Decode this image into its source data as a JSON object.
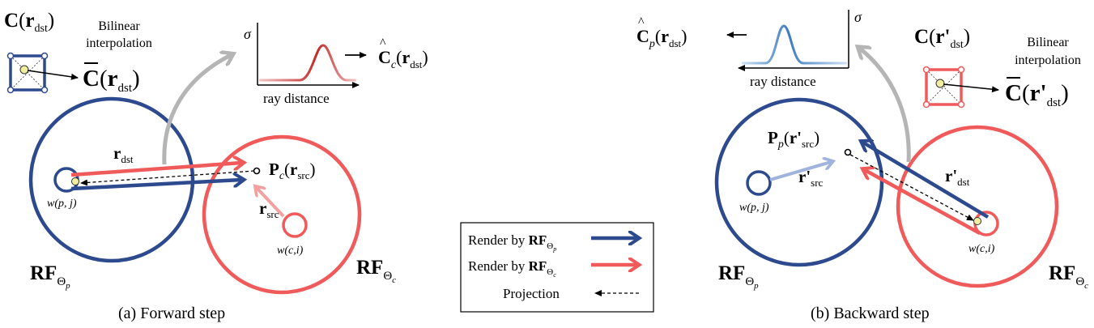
{
  "colors": {
    "blue": "#2d4a8e",
    "blue_light": "#8fa6d6",
    "red": "#f05a5a",
    "red_light": "#f7b3b3",
    "gray": "#b5b5b5",
    "dot_fill": "#f1eea0",
    "peak_red": "#c22a2a",
    "peak_blue": "#3d7cc0"
  },
  "forward": {
    "caption": "(a) Forward step",
    "node_p_label": "w(p, j)",
    "node_c_label": "w(c,i)",
    "rf_p": {
      "base": "RF",
      "sub": "Θ",
      "subsub": "p"
    },
    "rf_c": {
      "base": "RF",
      "sub": "Θ",
      "subsub": "c"
    },
    "r_dst": {
      "base": "r",
      "sub": "dst"
    },
    "r_src": {
      "base": "r",
      "sub": "src"
    },
    "proj_point": {
      "base": "P",
      "sub": "c",
      "arg_base": "r",
      "arg_sub": "src"
    },
    "pixel_label": {
      "base": "C",
      "arg_base": "r",
      "arg_sub": "dst"
    },
    "interp_line1": "Bilinear",
    "interp_line2": "interpolation",
    "interp_result": {
      "base": "C",
      "arg_base": "r",
      "arg_sub": "dst"
    },
    "plot_sigma": "σ",
    "plot_xlabel": "ray distance",
    "plot_result": {
      "base": "C",
      "sub": "c",
      "arg_base": "r",
      "arg_sub": "dst"
    }
  },
  "backward": {
    "caption": "(b) Backward step",
    "node_p_label": "w(p, j)",
    "node_c_label": "w(c,i)",
    "rf_p": {
      "base": "RF",
      "sub": "Θ",
      "subsub": "p"
    },
    "rf_c": {
      "base": "RF",
      "sub": "Θ",
      "subsub": "c"
    },
    "r_dst": {
      "base": "r'",
      "sub": "dst"
    },
    "r_src": {
      "base": "r'",
      "sub": "src"
    },
    "proj_point": {
      "base": "P",
      "sub": "p",
      "arg_base": "r'",
      "arg_sub": "src"
    },
    "pixel_label": {
      "base": "C",
      "arg_base": "r'",
      "arg_sub": "dst"
    },
    "interp_line1": "Bilinear",
    "interp_line2": "interpolation",
    "interp_result": {
      "base": "C",
      "arg_base": "r'",
      "arg_sub": "dst"
    },
    "plot_sigma": "σ",
    "plot_xlabel": "ray distance",
    "plot_result": {
      "base": "C",
      "sub": "p",
      "arg_base": "r",
      "arg_sub": "dst"
    }
  },
  "legend": {
    "render_p": {
      "text": "Render by ",
      "base": "RF",
      "sub": "Θ",
      "subsub": "p"
    },
    "render_c": {
      "text": "Render by ",
      "base": "RF",
      "sub": "Θ",
      "subsub": "c"
    },
    "projection": "Projection"
  }
}
